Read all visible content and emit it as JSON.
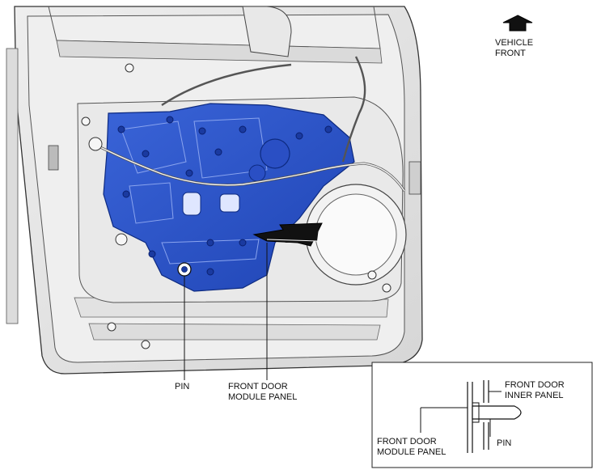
{
  "labels": {
    "vehicle_front": [
      "VEHICLE",
      "FRONT"
    ],
    "pin_callout": "PIN",
    "panel_callout": [
      "FRONT DOOR",
      "MODULE PANEL"
    ],
    "inset_inner_panel": [
      "FRONT DOOR",
      "INNER PANEL"
    ],
    "inset_module_panel": [
      "FRONT DOOR",
      "MODULE PANEL"
    ],
    "inset_pin": "PIN"
  },
  "colors": {
    "module_panel": "#2550c8",
    "door_fill": "#e4e4e4",
    "line": "#222222"
  },
  "icons": {
    "direction": "arrow-up-icon",
    "removal_direction": "arrow-left-icon"
  }
}
